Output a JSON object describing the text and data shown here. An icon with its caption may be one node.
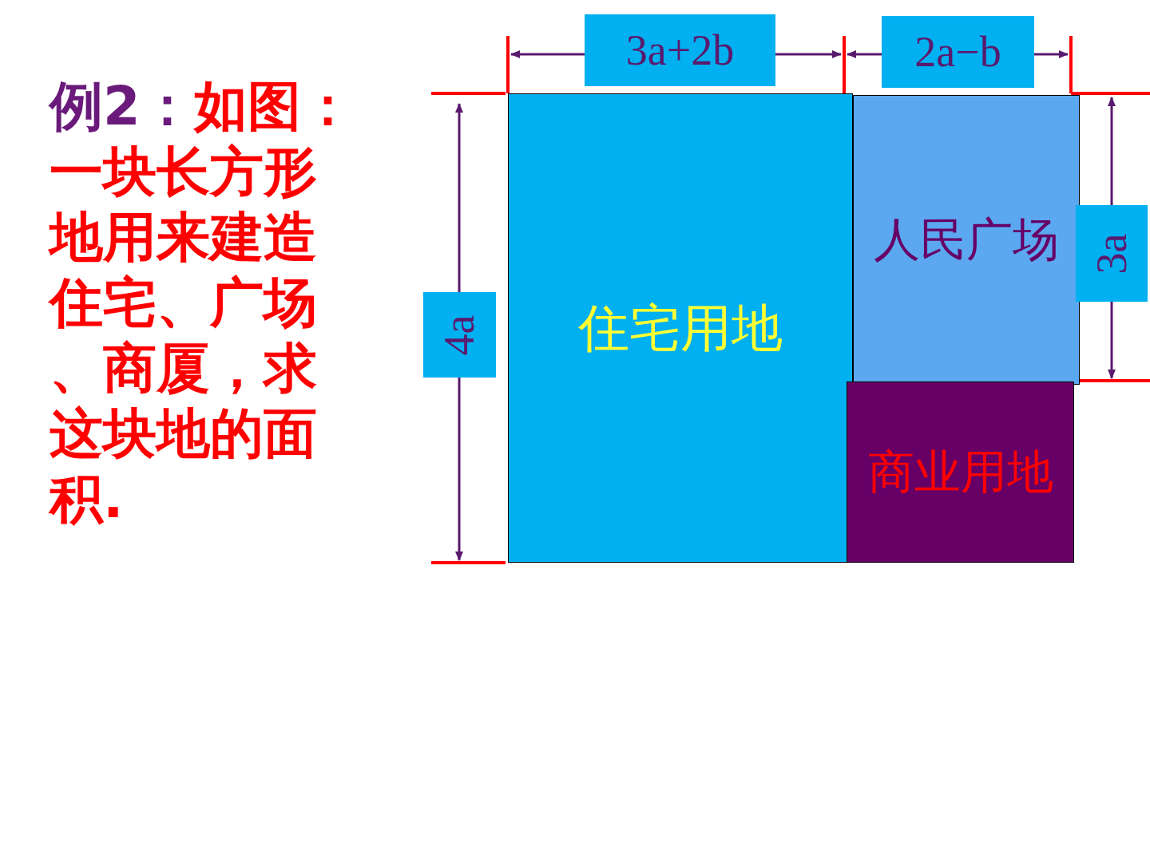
{
  "diagram": {
    "title": "例2：",
    "nodes": [
      {
        "text": [
          "住宅用地"
        ]
      },
      {
        "text": [
          "人民广场"
        ]
      },
      {
        "text": [
          "商业用地"
        ]
      }
    ],
    "labels": [
      "如图：一块长方形地用来建造住宅、广场、商厦，求这块地的面积.",
      "3a+2b",
      "2a−b",
      "4a",
      "3a"
    ]
  }
}
